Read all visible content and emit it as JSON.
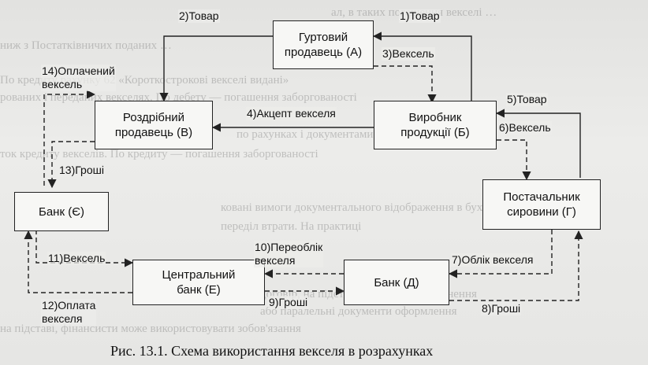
{
  "nodes": {
    "wholesaler": "Гуртовий\nпродавець (А)",
    "producer": "Виробник\nпродукції (Б)",
    "retailer": "Роздрібний\nпродавець (В)",
    "bank_ye": "Банк (Є)",
    "supplier": "Постачальник\nсировини (Г)",
    "central_bank": "Центральний\nбанк (Е)",
    "bank_d": "Банк (Д)"
  },
  "flows": {
    "f1": "1)Товар",
    "f2": "2)Товар",
    "f3": "3)Вексель",
    "f4": "4)Акцепт векселя",
    "f5": "5)Товар",
    "f6": "6)Вексель",
    "f7": "7)Облік векселя",
    "f8": "8)Гроші",
    "f9": "9)Гроші",
    "f10": "10)Переоблік\nвекселя",
    "f11": "11)Вексель",
    "f12": "12)Оплата\nвекселя",
    "f13": "13)Гроші",
    "f14": "14)Оплачений\nвексель"
  },
  "caption": "Рис. 13.1. Схема використання векселя в розрахунках",
  "colors": {
    "line": "#222222",
    "box_fill": "#f7f7f5"
  }
}
